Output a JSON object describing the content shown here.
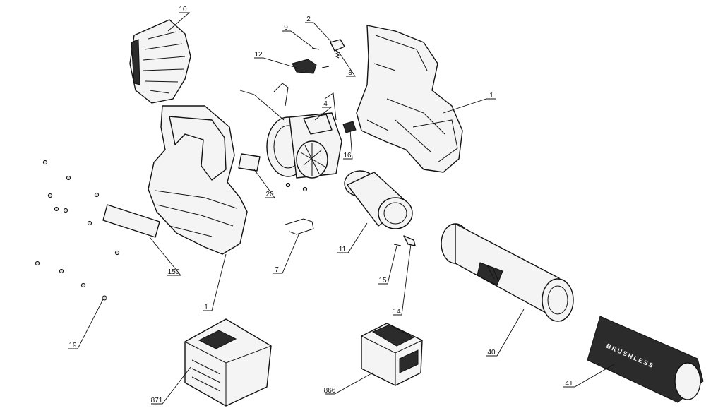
{
  "callouts": {
    "c10": "10",
    "c2": "2",
    "c9": "9",
    "c12": "12",
    "c8": "8",
    "c1_top": "1",
    "c4": "4",
    "c16": "16",
    "c20": "20",
    "c11": "11",
    "c150": "150",
    "c7": "7",
    "c15": "15",
    "c14": "14",
    "c1_bottom": "1",
    "c19": "19",
    "c40": "40",
    "c871": "871",
    "c866": "866",
    "c41": "41"
  },
  "nozzle_brand": "BRUSHLESS"
}
